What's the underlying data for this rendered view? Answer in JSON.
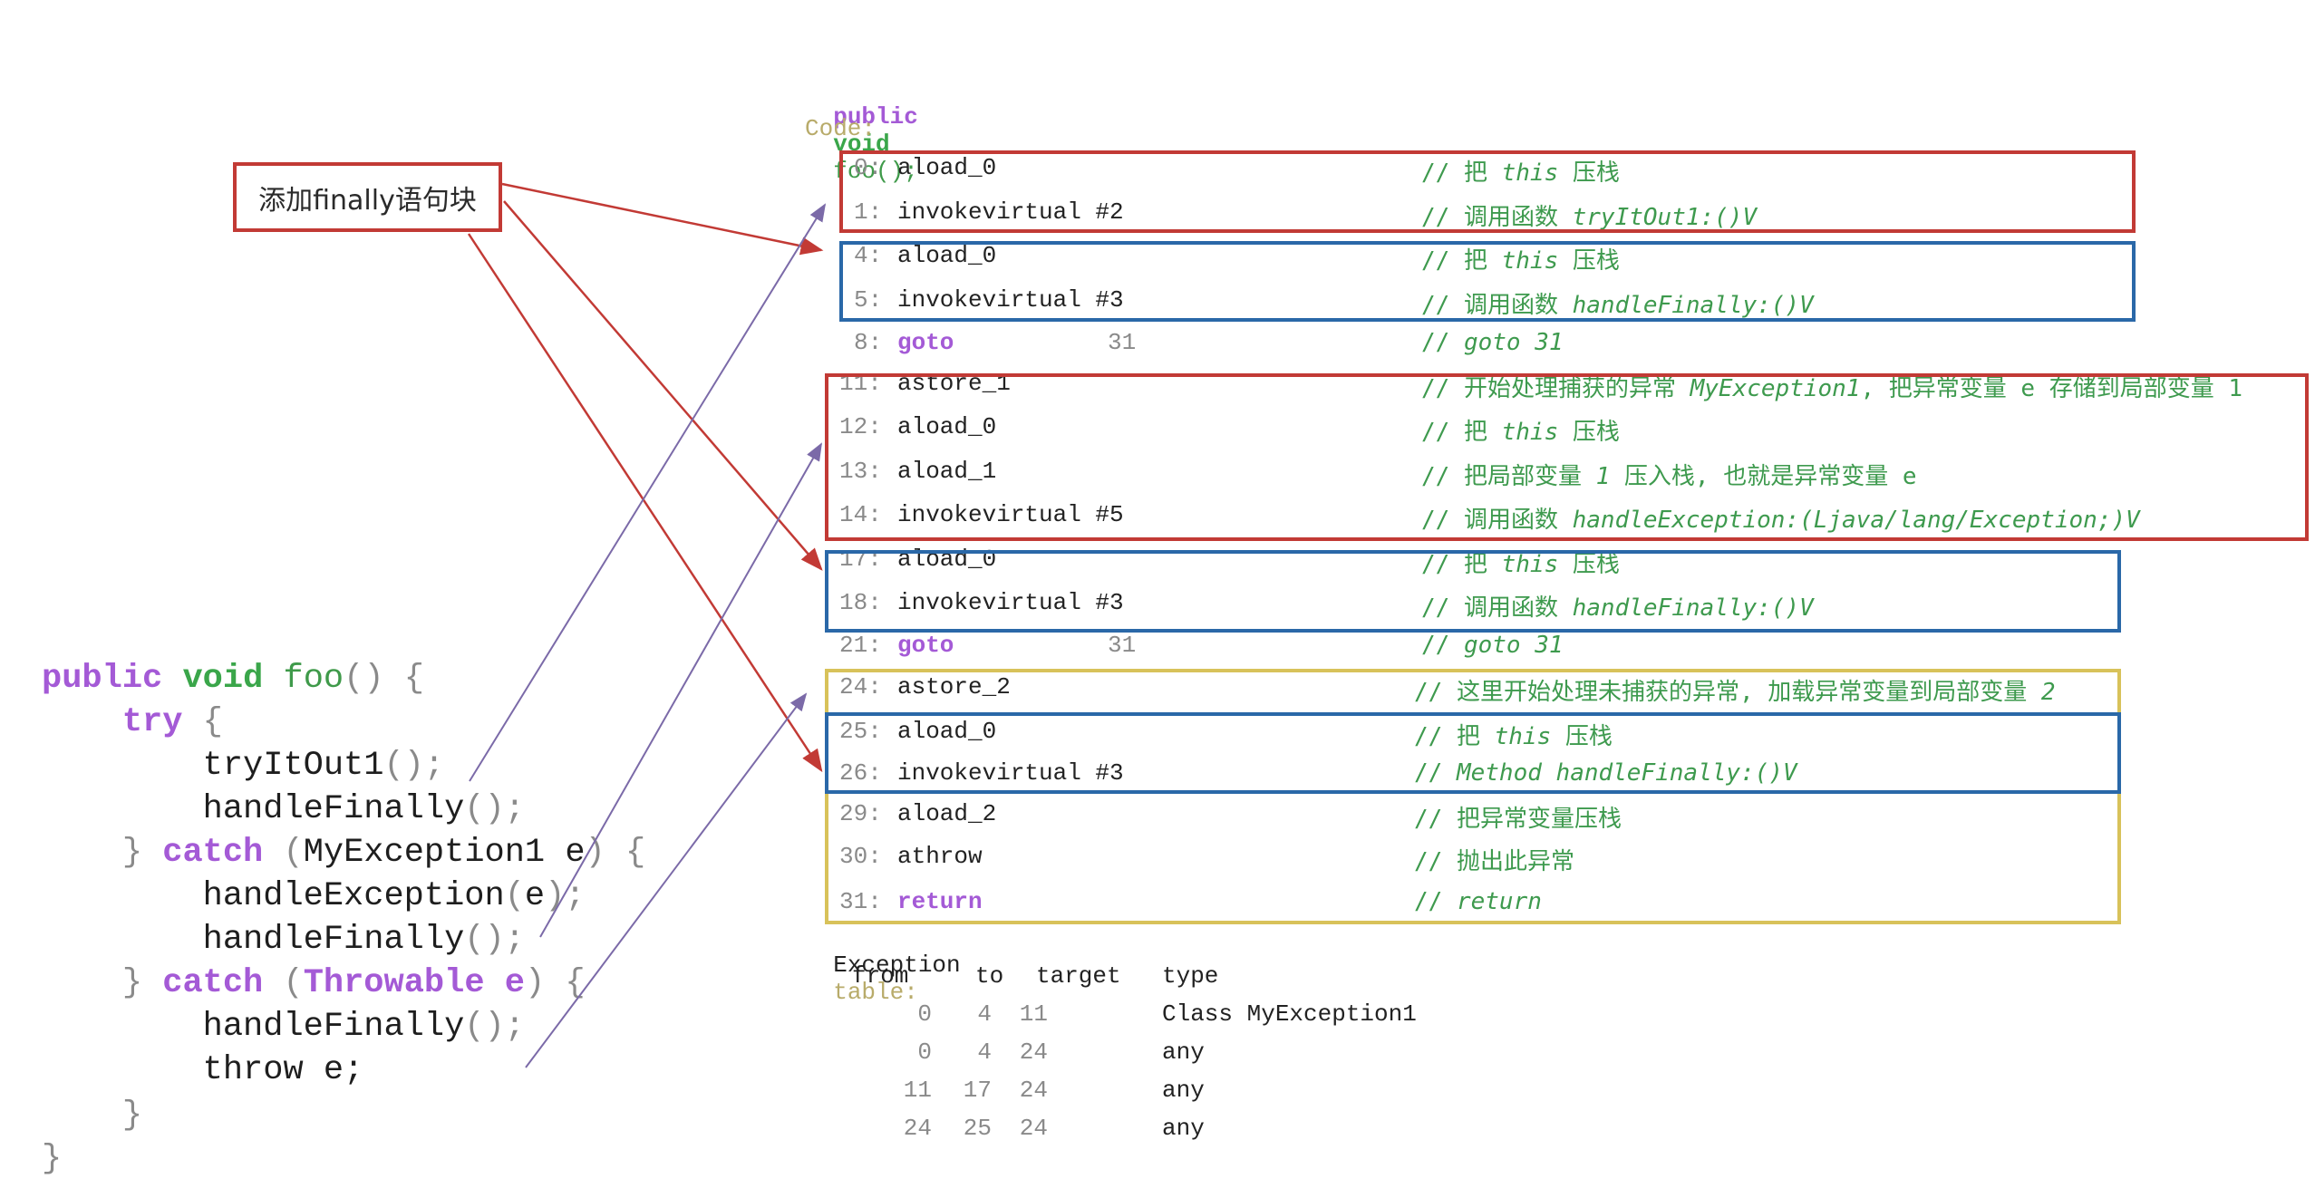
{
  "callout": {
    "label": "添加finally语句块"
  },
  "bytecode": {
    "signature": {
      "modifier": "public",
      "return_type": "void",
      "name": "foo();"
    },
    "code_label": "Code:",
    "instructions": [
      {
        "index": "0:",
        "opcode": "aload_0",
        "operand": "",
        "comment_prefix": "// 把 ",
        "comment_italic": "this",
        "comment_suffix": " 压栈"
      },
      {
        "index": "1:",
        "opcode": "invokevirtual #2",
        "operand": "",
        "comment_prefix": "// 调用函数 ",
        "comment_italic": "tryItOut1:()V",
        "comment_suffix": ""
      },
      {
        "index": "4:",
        "opcode": "aload_0",
        "operand": "",
        "comment_prefix": "// 把 ",
        "comment_italic": "this",
        "comment_suffix": " 压栈"
      },
      {
        "index": "5:",
        "opcode": "invokevirtual #3",
        "operand": "",
        "comment_prefix": "// 调用函数 ",
        "comment_italic": "handleFinally:()V",
        "comment_suffix": ""
      },
      {
        "index": "8:",
        "opcode": "goto",
        "operand": "31",
        "comment_prefix": "// ",
        "comment_italic": "goto 31",
        "comment_suffix": "",
        "keyword": true
      },
      {
        "index": "11:",
        "opcode": "astore_1",
        "operand": "",
        "comment_prefix": "// 开始处理捕获的异常 ",
        "comment_italic": "MyException1",
        "comment_suffix": ", 把异常变量 e 存储到局部变量 1"
      },
      {
        "index": "12:",
        "opcode": "aload_0",
        "operand": "",
        "comment_prefix": "// 把 ",
        "comment_italic": "this",
        "comment_suffix": " 压栈"
      },
      {
        "index": "13:",
        "opcode": "aload_1",
        "operand": "",
        "comment_prefix": "// 把局部变量 ",
        "comment_italic": "1",
        "comment_suffix": " 压入栈, 也就是异常变量 e"
      },
      {
        "index": "14:",
        "opcode": "invokevirtual #5",
        "operand": "",
        "comment_prefix": "// 调用函数 ",
        "comment_italic": "handleException:(Ljava/lang/Exception;)V",
        "comment_suffix": ""
      },
      {
        "index": "17:",
        "opcode": "aload_0",
        "operand": "",
        "comment_prefix": "// 把 ",
        "comment_italic": "this",
        "comment_suffix": " 压栈"
      },
      {
        "index": "18:",
        "opcode": "invokevirtual #3",
        "operand": "",
        "comment_prefix": "// 调用函数 ",
        "comment_italic": "handleFinally:()V",
        "comment_suffix": ""
      },
      {
        "index": "21:",
        "opcode": "goto",
        "operand": "31",
        "comment_prefix": "// ",
        "comment_italic": "goto 31",
        "comment_suffix": "",
        "keyword": true
      },
      {
        "index": "24:",
        "opcode": "astore_2",
        "operand": "",
        "comment_prefix": "// 这里开始处理未捕获的异常, 加载异常变量到局部变量 ",
        "comment_italic": "2",
        "comment_suffix": ""
      },
      {
        "index": "25:",
        "opcode": "aload_0",
        "operand": "",
        "comment_prefix": "// 把 ",
        "comment_italic": "this",
        "comment_suffix": " 压栈"
      },
      {
        "index": "26:",
        "opcode": "invokevirtual #3",
        "operand": "",
        "comment_prefix": "// ",
        "comment_italic": "Method handleFinally:()V",
        "comment_suffix": ""
      },
      {
        "index": "29:",
        "opcode": "aload_2",
        "operand": "",
        "comment_prefix": "// 把异常变量压栈",
        "comment_italic": "",
        "comment_suffix": ""
      },
      {
        "index": "30:",
        "opcode": "athrow",
        "operand": "",
        "comment_prefix": "// 抛出此异常",
        "comment_italic": "",
        "comment_suffix": ""
      },
      {
        "index": "31:",
        "opcode": "return",
        "operand": "",
        "comment_prefix": "// ",
        "comment_italic": "return",
        "comment_suffix": "",
        "keyword": true
      }
    ],
    "exception_table": {
      "label_a": "Exception",
      "label_b": "table:",
      "headers": [
        "from",
        "to",
        "target",
        "type"
      ],
      "rows": [
        {
          "from": "0",
          "to": "4",
          "target": "11",
          "type": "Class MyException1"
        },
        {
          "from": "0",
          "to": "4",
          "target": "24",
          "type": "any"
        },
        {
          "from": "11",
          "to": "17",
          "target": "24",
          "type": "any"
        },
        {
          "from": "24",
          "to": "25",
          "target": "24",
          "type": "any"
        }
      ]
    }
  },
  "source": {
    "lines": [
      {
        "parts": [
          {
            "t": "public",
            "c": "kw-purple"
          },
          {
            "t": " "
          },
          {
            "t": "void",
            "c": "kw-green"
          },
          {
            "t": " "
          },
          {
            "t": "foo",
            "c": "fn-green"
          },
          {
            "t": "() {",
            "c": "brace"
          }
        ]
      },
      {
        "parts": [
          {
            "t": "    "
          },
          {
            "t": "try",
            "c": "kw-purple"
          },
          {
            "t": " {",
            "c": "brace"
          }
        ]
      },
      {
        "parts": [
          {
            "t": "        tryItOut1"
          },
          {
            "t": "();",
            "c": "brace"
          }
        ]
      },
      {
        "parts": [
          {
            "t": "        handleFinally"
          },
          {
            "t": "();",
            "c": "brace"
          }
        ]
      },
      {
        "parts": [
          {
            "t": "    } ",
            "c": "brace"
          },
          {
            "t": "catch",
            "c": "kw-purple"
          },
          {
            "t": " (",
            "c": "brace"
          },
          {
            "t": "MyException1 e"
          },
          {
            "t": ") {",
            "c": "brace"
          }
        ]
      },
      {
        "parts": [
          {
            "t": "        handleException"
          },
          {
            "t": "(",
            "c": "brace"
          },
          {
            "t": "e"
          },
          {
            "t": ");",
            "c": "brace"
          }
        ]
      },
      {
        "parts": [
          {
            "t": "        handleFinally"
          },
          {
            "t": "();",
            "c": "brace"
          }
        ]
      },
      {
        "parts": [
          {
            "t": "    } ",
            "c": "brace"
          },
          {
            "t": "catch",
            "c": "kw-purple"
          },
          {
            "t": " (",
            "c": "brace"
          },
          {
            "t": "Throwable e",
            "c": "kw-purple"
          },
          {
            "t": ") {",
            "c": "brace"
          }
        ]
      },
      {
        "parts": [
          {
            "t": "        handleFinally"
          },
          {
            "t": "();",
            "c": "brace"
          }
        ]
      },
      {
        "parts": [
          {
            "t": "        throw e;"
          }
        ]
      },
      {
        "parts": [
          {
            "t": "    }",
            "c": "brace"
          }
        ]
      },
      {
        "parts": [
          {
            "t": "}",
            "c": "brace"
          }
        ]
      }
    ]
  },
  "colors": {
    "finally_arrow": "#c23a35",
    "mapping_arrow": "#7b6aa8",
    "box_try": "#c23a35",
    "box_finally": "#2a68a8",
    "box_any": "#d8c25a"
  }
}
